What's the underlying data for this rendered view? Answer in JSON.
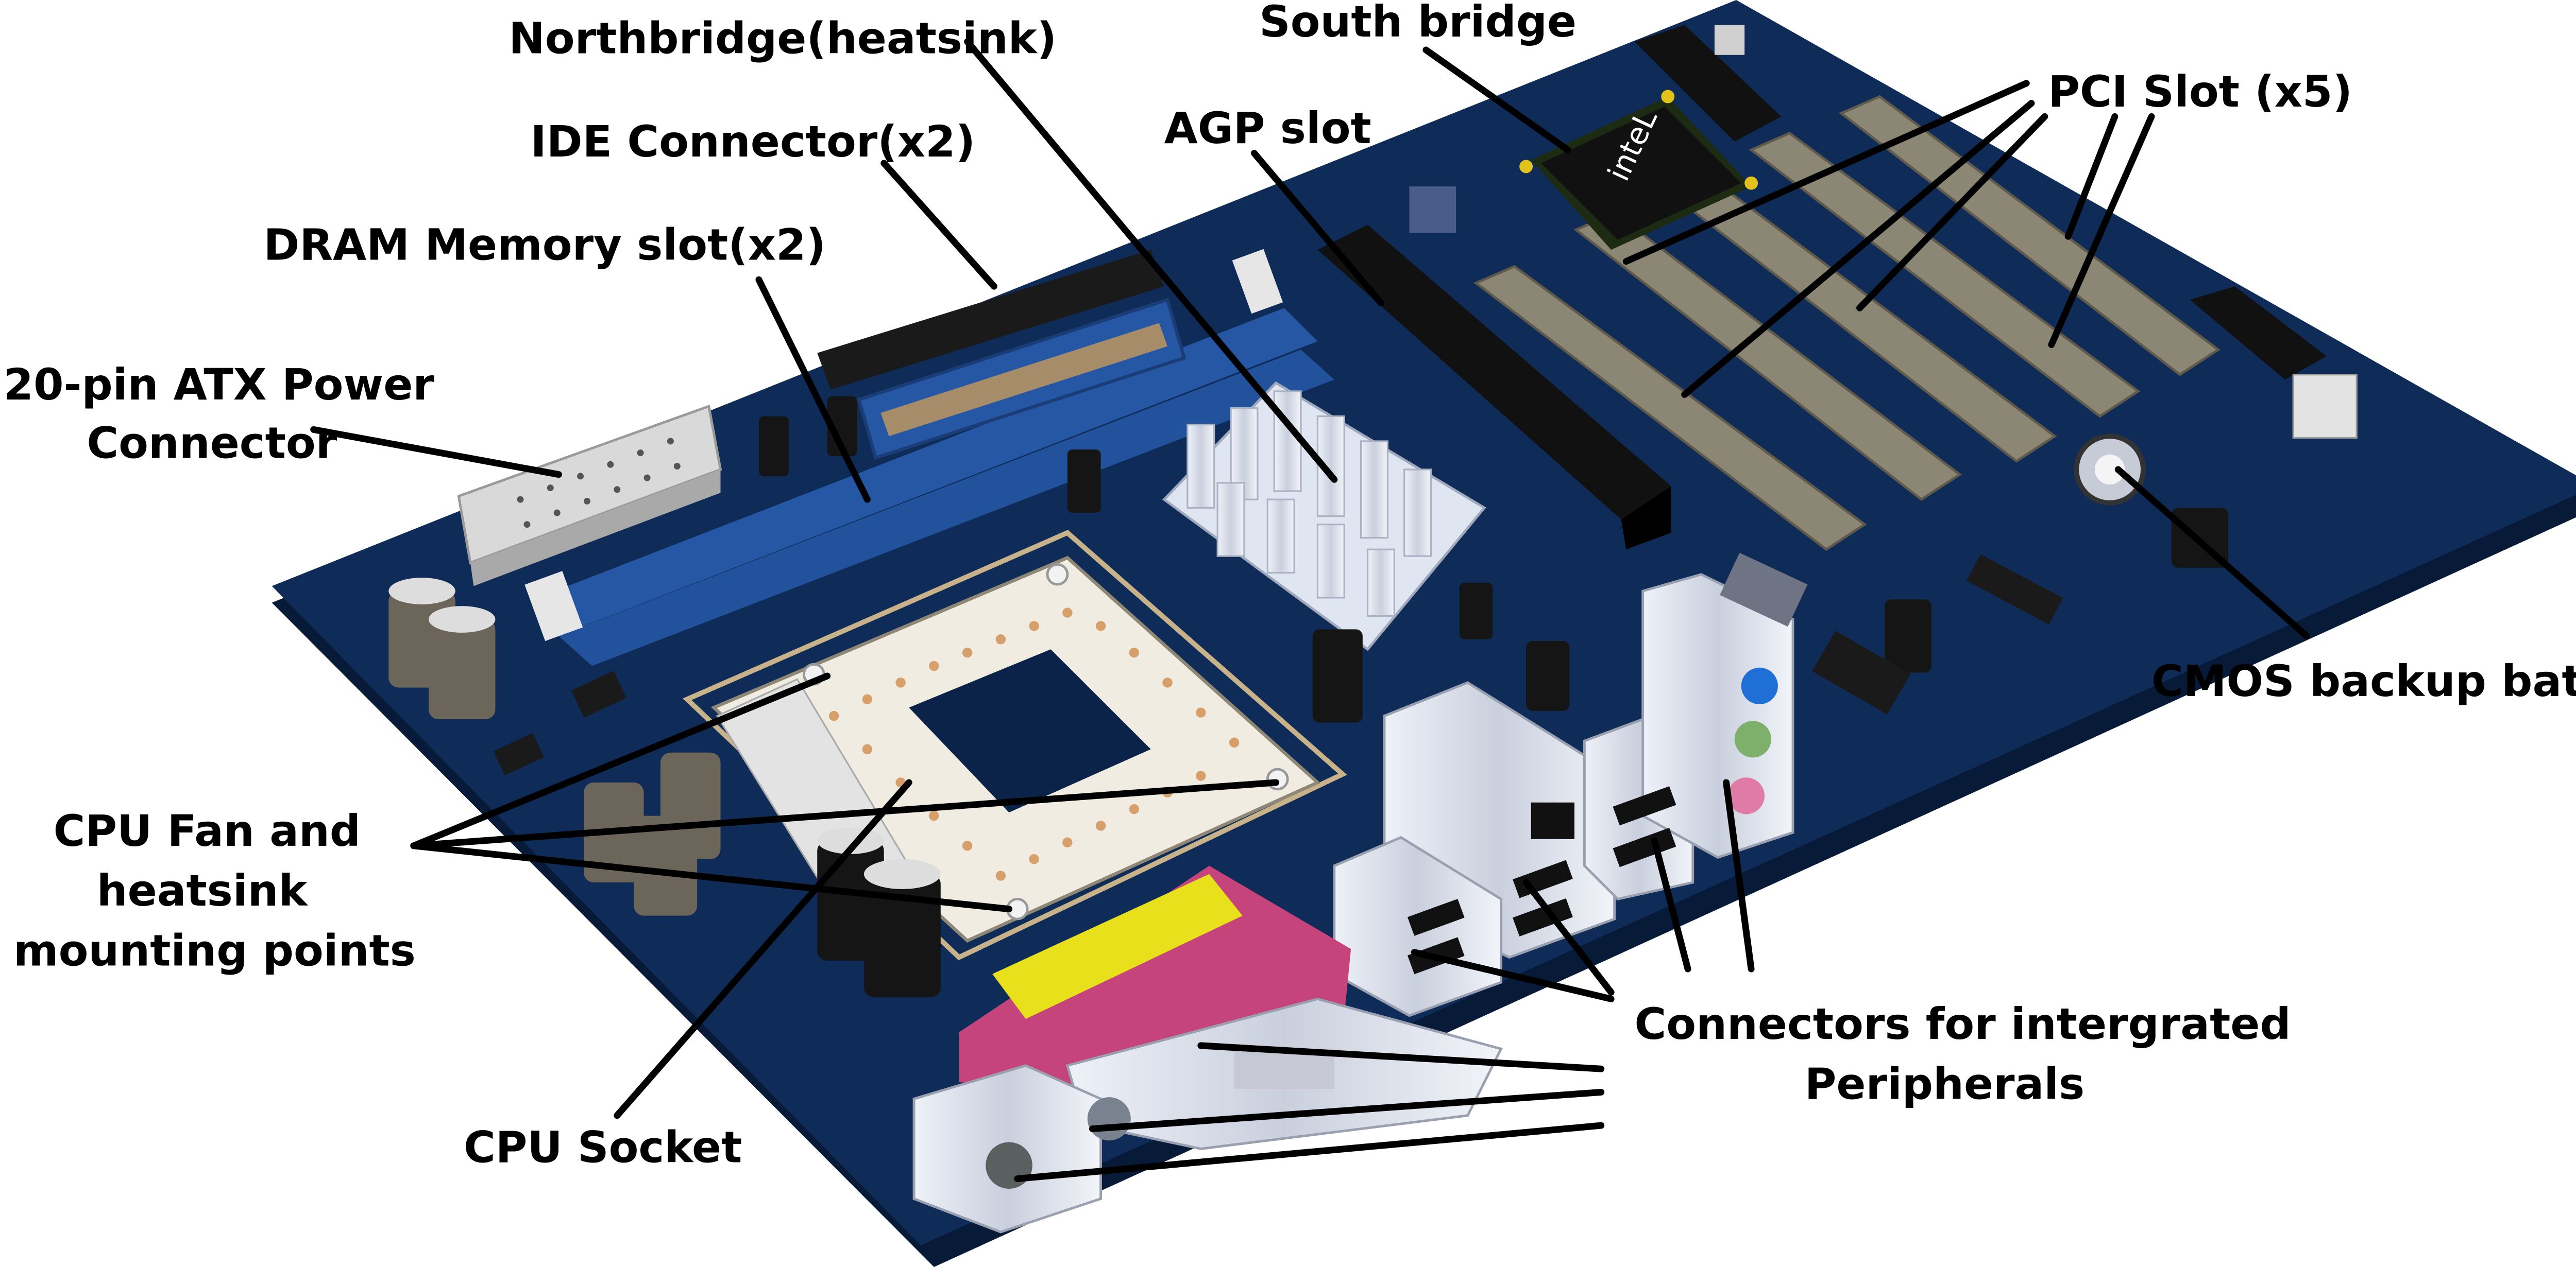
{
  "labels": {
    "northbridge": "Northbridge(heatsink)",
    "south_bridge": "South bridge",
    "pci_slot": "PCI Slot (x5)",
    "agp_slot": "AGP slot",
    "ide_connector": "IDE Connector(x2)",
    "dram_slot": "DRAM Memory slot(x2)",
    "atx_power_line1": "20-pin ATX Power",
    "atx_power_line2": "Connector",
    "cmos_battery": "CMOS backup battery",
    "cpu_fan_line1": "CPU Fan and",
    "cpu_fan_line2": "heatsink",
    "cpu_fan_line3": "mounting points",
    "peripherals_line1": "Connectors for intergrated",
    "peripherals_line2": "Peripherals",
    "cpu_socket": "CPU Socket"
  },
  "chip_text": "inteL",
  "colors": {
    "board": "#0f2c58",
    "board_edge": "#071a38",
    "memory_slot": "#2557a4",
    "agp_slot": "#111111",
    "pci_slot": "#8c8675",
    "heatsink": "#dfe6f2",
    "capacitor": "#151515",
    "parallel_port": "#c6447c",
    "parallel_highlight": "#e8e01a",
    "audio_blue": "#1f6fd6",
    "audio_green": "#7eb06c",
    "audio_pink": "#e07aa6"
  }
}
